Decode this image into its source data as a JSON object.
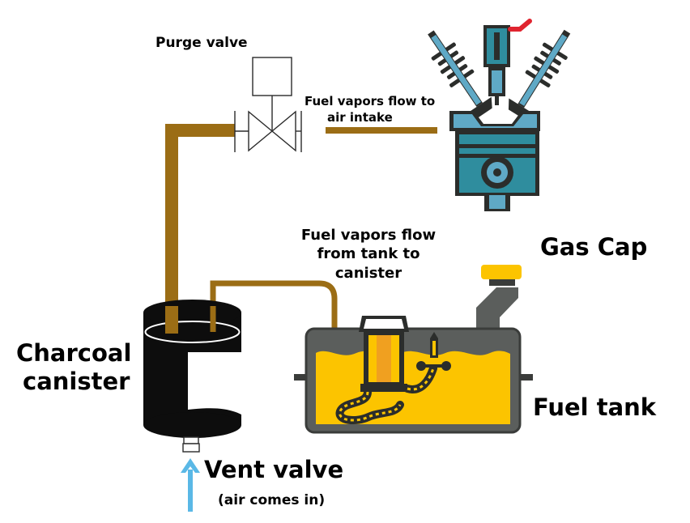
{
  "labels": {
    "purge_valve": "Purge valve",
    "vapors_to_intake_line1": "Fuel vapors flow to",
    "vapors_to_intake_line2": "air intake",
    "vapors_from_tank_line1": "Fuel vapors flow",
    "vapors_from_tank_line2": "from tank to",
    "vapors_from_tank_line3": "canister",
    "gas_cap": "Gas Cap",
    "charcoal_line1": "Charcoal",
    "charcoal_line2": "canister",
    "fuel_tank": "Fuel tank",
    "vent_valve": "Vent valve",
    "air_comes_in": "(air comes in)"
  },
  "icons": {
    "engine": "engine-piston-valves-icon",
    "fuel_pump": "fuel-pump-module-icon",
    "arrow": "up-arrow-icon"
  },
  "colors": {
    "pipe": "#9b6d15",
    "fuel": "#fcc400",
    "fuel_dark": "#e6a800",
    "tank_body": "#5b5e5c",
    "tank_edge": "#3a3c3a",
    "canister": "#0d0d0d",
    "engine_teal": "#2f8d9e",
    "engine_blue": "#5fa9c6",
    "engine_dark": "#2b2d2b",
    "air_arrow": "#5ab8e6",
    "red_wire": "#e0242f"
  }
}
